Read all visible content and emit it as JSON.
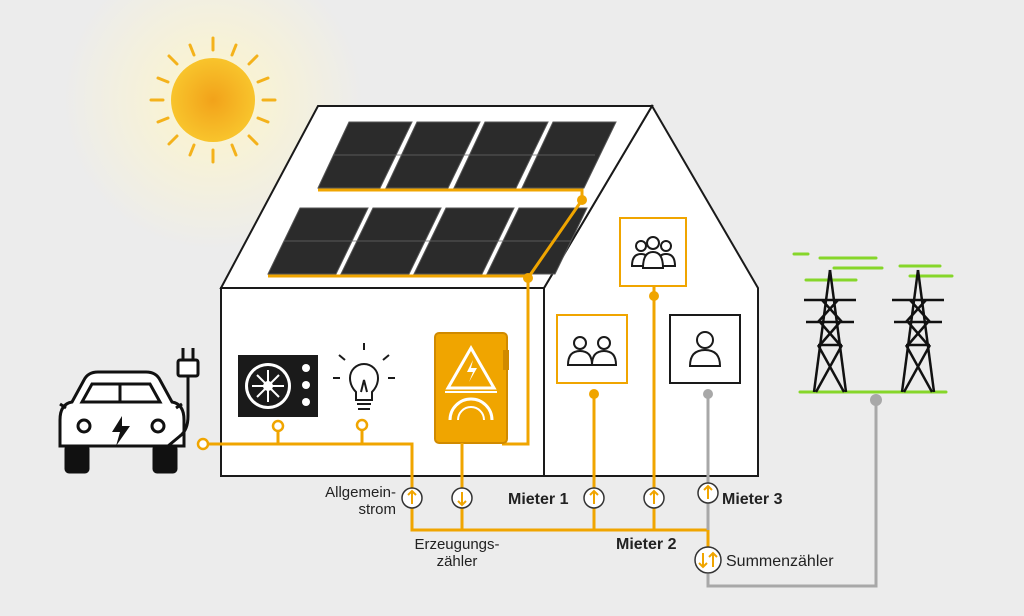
{
  "colors": {
    "background": "#ececec",
    "wire_solar": "#f0a500",
    "wire_grid": "#a8a8a8",
    "panel": "#2b2b2b",
    "grass": "#86d62a",
    "sun": "#f4b21b",
    "outline": "#111111"
  },
  "icons": [
    "sun-icon",
    "solar-panel-icon",
    "heat-pump-icon",
    "light-bulb-icon",
    "inverter-icon",
    "electric-car-icon",
    "plug-icon",
    "two-people-icon",
    "group-icon",
    "person-icon",
    "power-pylon-icon",
    "meter-up-icon",
    "meter-down-icon",
    "meter-bidirectional-icon"
  ],
  "labels": {
    "allgemeinstrom": [
      "Allgemein-",
      "strom"
    ],
    "erzeugungszaehler": [
      "Erzeugungs-",
      "zähler"
    ],
    "mieter1": "Mieter 1",
    "mieter2": "Mieter 2",
    "mieter3": "Mieter 3",
    "summenzaehler": "Summenzähler"
  }
}
